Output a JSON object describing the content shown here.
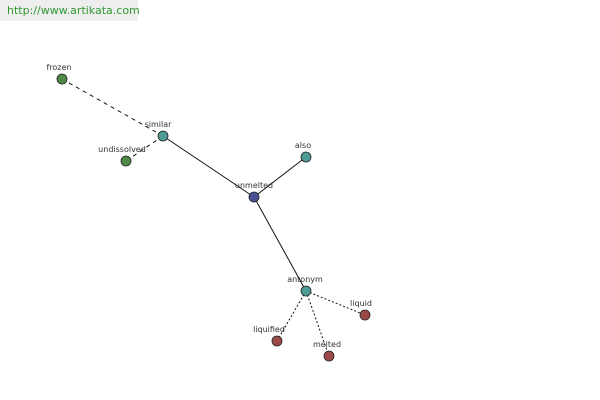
{
  "site": {
    "url_text": "http://www.artikata.com"
  },
  "colors": {
    "center": "#4a5096",
    "relation": "#4e9a96",
    "green_term": "#4e8a46",
    "red_term": "#9a4848",
    "url_text": "#339933"
  },
  "graph": {
    "nodes": [
      {
        "id": "unmelted",
        "label": "unmelted",
        "kind": "center"
      },
      {
        "id": "similar",
        "label": "similar",
        "kind": "relation"
      },
      {
        "id": "also",
        "label": "also",
        "kind": "relation"
      },
      {
        "id": "antonym",
        "label": "antonym",
        "kind": "relation"
      },
      {
        "id": "frozen",
        "label": "frozen",
        "kind": "green_term"
      },
      {
        "id": "undissolved",
        "label": "undissolved",
        "kind": "green_term"
      },
      {
        "id": "liquid",
        "label": "liquid",
        "kind": "red_term"
      },
      {
        "id": "liquified",
        "label": "liquified",
        "kind": "red_term"
      },
      {
        "id": "melted",
        "label": "melted",
        "kind": "red_term"
      }
    ],
    "edges": [
      {
        "from": "unmelted",
        "to": "similar",
        "style": "solid"
      },
      {
        "from": "unmelted",
        "to": "also",
        "style": "solid"
      },
      {
        "from": "unmelted",
        "to": "antonym",
        "style": "solid"
      },
      {
        "from": "similar",
        "to": "frozen",
        "style": "dashed"
      },
      {
        "from": "similar",
        "to": "undissolved",
        "style": "dashed"
      },
      {
        "from": "antonym",
        "to": "liquid",
        "style": "dotted"
      },
      {
        "from": "antonym",
        "to": "liquified",
        "style": "dotted"
      },
      {
        "from": "antonym",
        "to": "melted",
        "style": "dotted"
      }
    ]
  }
}
